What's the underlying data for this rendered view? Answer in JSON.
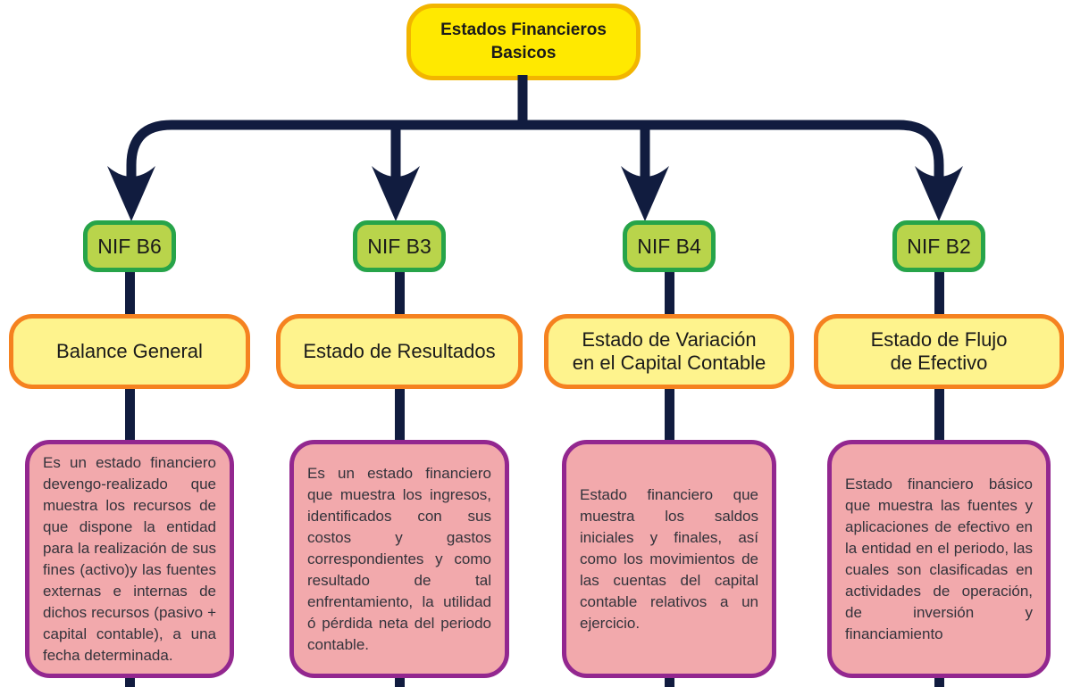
{
  "root": {
    "title": "Estados Financieros\nBasicos"
  },
  "columns": [
    {
      "nif": "NIF B6",
      "name": "Balance General",
      "description": "Es un estado financiero devengo-realizado que muestra los recursos de que dispone la entidad para la realización de sus fines (activo)y las fuentes externas e internas de dichos recursos (pasivo + capital contable), a una fecha determinada."
    },
    {
      "nif": "NIF B3",
      "name": "Estado de Resultados",
      "description": "Es un estado financiero que muestra los ingresos, identificados con sus costos y gastos correspondientes y como resultado de tal enfrentamiento, la utilidad ó pérdida neta del periodo contable."
    },
    {
      "nif": "NIF B4",
      "name": "Estado de Variación\nen el Capital Contable",
      "description": "Estado financiero que muestra los saldos iniciales y finales, así como los movimientos de las cuentas del capital contable relativos a un ejercicio."
    },
    {
      "nif": "NIF B2",
      "name": "Estado de Flujo\nde Efectivo",
      "description": "Estado financiero básico que muestra las fuentes y aplicaciones de efectivo en la entidad en el periodo, las cuales son clasificadas en actividades de operación, de inversión y financiamiento"
    }
  ],
  "colors": {
    "navy": "#111C3F",
    "gold-border": "#F2B500",
    "gold-fill": "#FFE900",
    "green-border": "#27A449",
    "green-fill": "#B9D44B",
    "orange-border": "#F58220",
    "lightyellow-fill": "#FEF38D",
    "purple-border": "#93278F",
    "pink-fill": "#F2A9AC"
  }
}
